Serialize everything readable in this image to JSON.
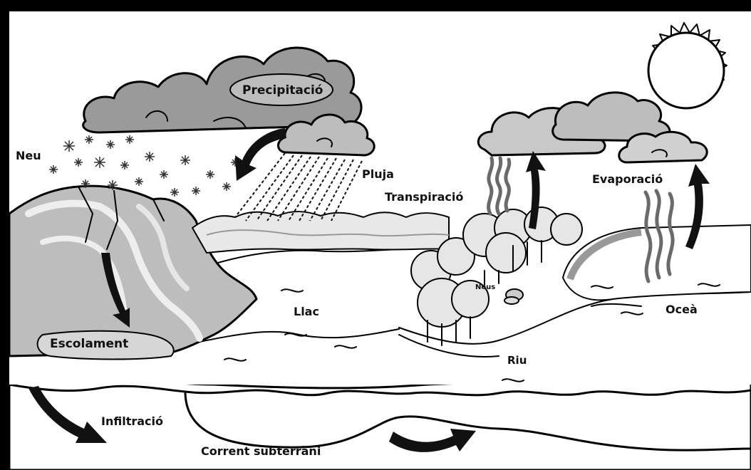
{
  "diagram": {
    "labels": {
      "precipitation": "Precipitació",
      "snow": "Neu",
      "rain": "Pluja",
      "transpiration": "Transpiració",
      "evaporation": "Evaporació",
      "runoff": "Escolament",
      "lake": "Llac",
      "ocean": "Oceà",
      "river": "Riu",
      "snow_small": "Neus",
      "infiltration": "Infiltració",
      "groundwater": "Corrent subterràni"
    },
    "colors": {
      "cloud": "#9a9a9a",
      "cloud_light": "#d0d0d0",
      "mountain": "#b5b5b5",
      "tree": "#e6e6e6",
      "frame": "#000000",
      "arrow": "#111111"
    }
  }
}
